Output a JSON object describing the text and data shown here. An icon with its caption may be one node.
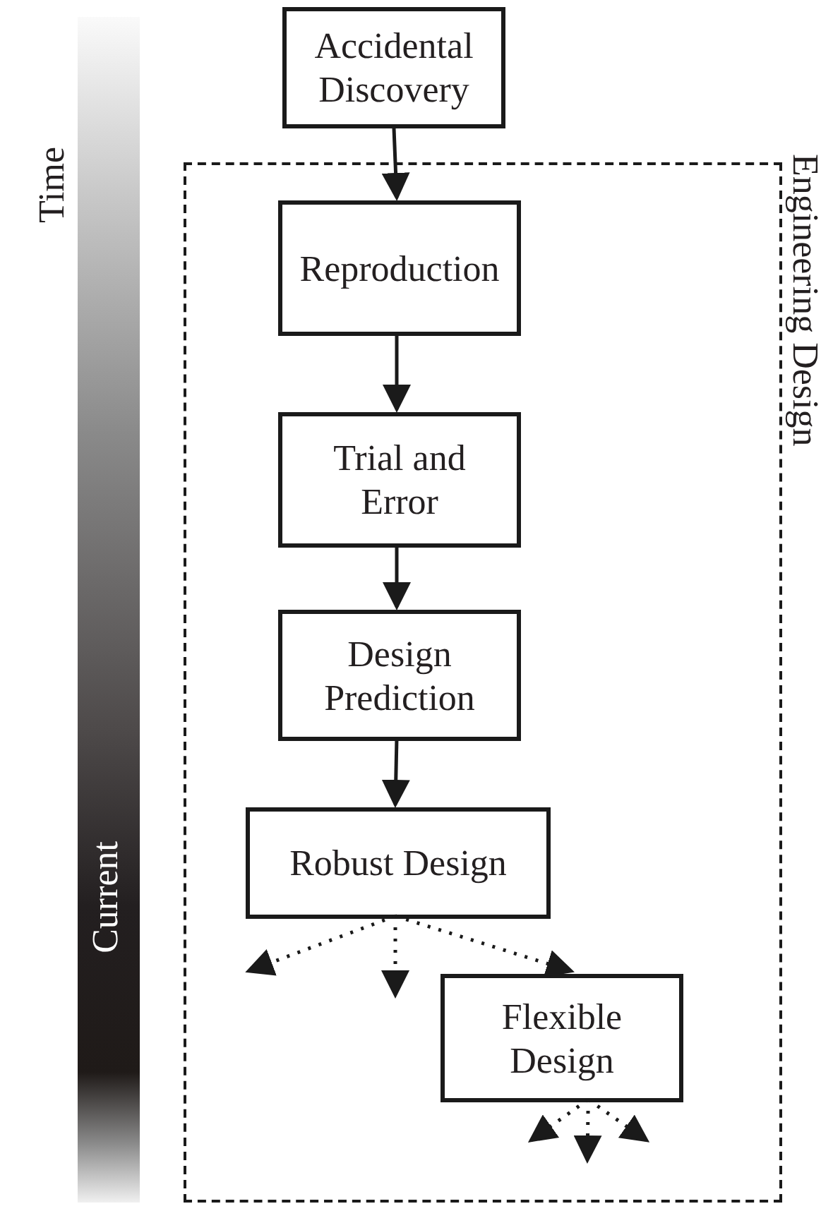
{
  "diagram": {
    "nodes": [
      {
        "text": [
          "Accidental Discovery"
        ]
      },
      {
        "text": [
          "Engineering Design"
        ]
      },
      {
        "text": [
          "Reproduction"
        ],
        "in": 1
      },
      {
        "text": [
          "Trial and Error"
        ],
        "in": 1
      },
      {
        "text": [
          "Design Prediction"
        ],
        "in": 1
      },
      {
        "text": [
          "Robust Design"
        ],
        "in": 1
      },
      {
        "text": [
          "Flexible Design"
        ],
        "in": 1
      }
    ],
    "edges": [
      {
        "from": 0,
        "to": 2,
        "arrow": "to"
      },
      {
        "from": 2,
        "to": 3,
        "arrow": "to"
      },
      {
        "from": 3,
        "to": 4,
        "arrow": "to"
      },
      {
        "from": 4,
        "to": 5,
        "arrow": "to"
      },
      {
        "from": 5,
        "to": null,
        "arrow": "to",
        "style": "dashed"
      },
      {
        "from": 5,
        "to": null,
        "arrow": "to",
        "style": "dashed"
      },
      {
        "from": 5,
        "to": 6,
        "arrow": "to",
        "style": "dashed"
      },
      {
        "from": 6,
        "to": null,
        "arrow": "to",
        "style": "dashed"
      },
      {
        "from": 6,
        "to": null,
        "arrow": "to",
        "style": "dashed"
      },
      {
        "from": 6,
        "to": null,
        "arrow": "to",
        "style": "dashed"
      }
    ],
    "labels": [
      "Time",
      "Current"
    ]
  }
}
